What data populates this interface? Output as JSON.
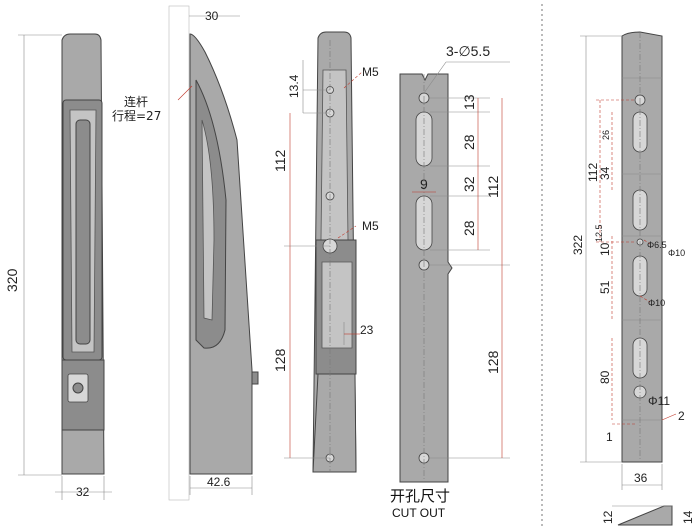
{
  "side_view": {
    "height": "320",
    "width": "32"
  },
  "profile_view": {
    "thickness": "30",
    "linkage_label": "连杆",
    "stroke_label": "行程=27",
    "depth": "42.6"
  },
  "rear_view": {
    "dim_top": "13.4",
    "thread_top": "M5",
    "dim_upper": "112",
    "thread_mid": "M5",
    "dim_23": "23",
    "dim_lower": "128"
  },
  "cutout_view": {
    "hole_spec": "3-∅5.5",
    "dim_13": "13",
    "dim_28a": "28",
    "dim_32": "32",
    "dim_28b": "28",
    "dim_9": "9",
    "dim_112": "112",
    "dim_128": "128",
    "caption_cn": "开孔尺寸",
    "caption_en": "CUT OUT"
  },
  "strike_plate": {
    "dim_322": "322",
    "dim_112": "112",
    "dim_26": "26",
    "dim_34": "34",
    "dim_12_5": "12.5",
    "dim_10": "10",
    "dim_51": "51",
    "dim_80": "80",
    "dim_1": "1",
    "dim_2": "2",
    "dim_36": "36",
    "dim_12": "12",
    "dim_14": "14",
    "hole_phi6_5": "Φ6.5",
    "hole_phi10_a": "Φ10",
    "hole_phi10_b": "Φ10",
    "hole_phi11": "Φ11"
  }
}
